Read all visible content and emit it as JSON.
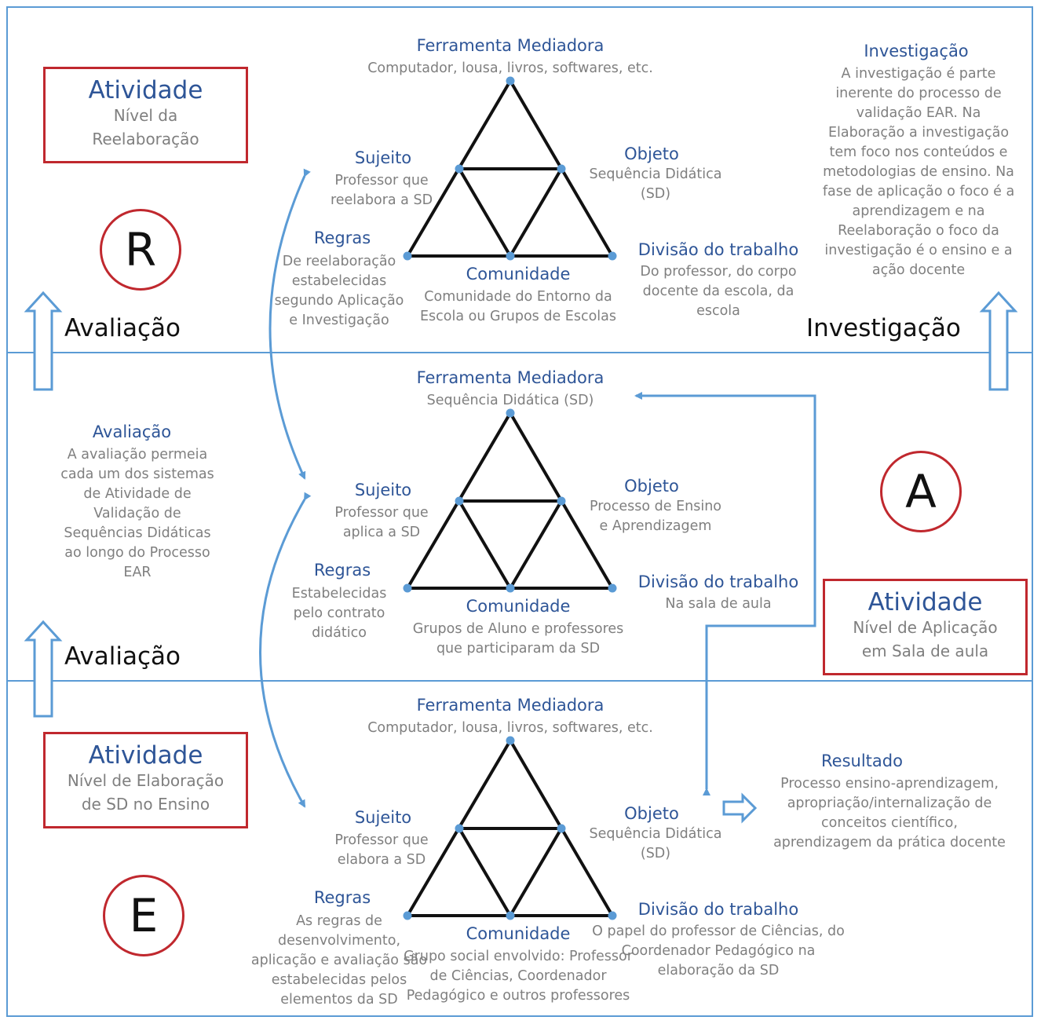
{
  "sections": {
    "top": {
      "mediating_tool": {
        "title": "Ferramenta Mediadora",
        "desc": "Computador, lousa, livros, softwares, etc."
      },
      "subject": {
        "title": "Sujeito",
        "desc": [
          "Professor que",
          "reelabora a SD"
        ]
      },
      "object": {
        "title": "Objeto",
        "desc": [
          "Sequência Didática",
          "(SD)"
        ]
      },
      "rules": {
        "title": "Regras",
        "desc": [
          "De reelaboração",
          "estabelecidas",
          "segundo Aplicação",
          "e Investigação"
        ]
      },
      "community": {
        "title": "Comunidade",
        "desc": [
          "Comunidade do Entorno da",
          "Escola ou Grupos de Escolas"
        ]
      },
      "division": {
        "title": "Divisão do trabalho",
        "desc": [
          "Do professor, do corpo",
          "docente da escola, da",
          "escola"
        ]
      }
    },
    "middle": {
      "mediating_tool": {
        "title": "Ferramenta Mediadora",
        "desc": "Sequência Didática (SD)"
      },
      "subject": {
        "title": "Sujeito",
        "desc": [
          "Professor que",
          "aplica a SD"
        ]
      },
      "object": {
        "title": "Objeto",
        "desc": [
          "Processo de Ensino",
          "e Aprendizagem"
        ]
      },
      "rules": {
        "title": "Regras",
        "desc": [
          "Estabelecidas",
          "pelo contrato",
          "didático"
        ]
      },
      "community": {
        "title": "Comunidade",
        "desc": [
          "Grupos de Aluno e professores",
          "que participaram da SD"
        ]
      },
      "division": {
        "title": "Divisão do trabalho",
        "desc": [
          "Na sala de aula"
        ]
      }
    },
    "bottom": {
      "mediating_tool": {
        "title": "Ferramenta Mediadora",
        "desc": "Computador, lousa, livros, softwares, etc."
      },
      "subject": {
        "title": "Sujeito",
        "desc": [
          "Professor que",
          "elabora a SD"
        ]
      },
      "object": {
        "title": "Objeto",
        "desc": [
          "Sequência Didática",
          "(SD)"
        ]
      },
      "rules": {
        "title": "Regras",
        "desc": [
          "As regras de",
          "desenvolvimento,",
          "aplicação e avaliação são",
          "estabelecidas pelos",
          "elementos da SD"
        ]
      },
      "community": {
        "title": "Comunidade",
        "desc": [
          "Grupo social envolvido: Professor",
          "de Ciências, Coordenador",
          "Pedagógico e outros professores"
        ]
      },
      "division": {
        "title": "Divisão do trabalho",
        "desc": [
          "O papel do professor de Ciências, do",
          "Coordenador Pedagógico na",
          "elaboração da SD"
        ]
      }
    }
  },
  "activity_boxes": {
    "reelaboration": {
      "title": "Atividade",
      "lines": [
        "Nível da",
        "Reelaboração"
      ]
    },
    "application": {
      "title": "Atividade",
      "lines": [
        "Nível de Aplicação",
        "em Sala de aula"
      ]
    },
    "elaboration": {
      "title": "Atividade",
      "lines": [
        "Nível de Elaboração",
        "de SD no Ensino"
      ]
    }
  },
  "circles": {
    "reelaboration": "R",
    "application": "A",
    "elaboration": "E"
  },
  "labels": {
    "evaluation_top": "Avaliação",
    "evaluation_mid": "Avaliação",
    "investigation": "Investigação"
  },
  "investigation_note": {
    "title": "Investigação",
    "lines": [
      "A investigação é parte",
      "inerente do processo de",
      "validação EAR. Na",
      "Elaboração a investigação",
      "tem foco nos conteúdos e",
      "metodologias de ensino. Na",
      "fase de aplicação o foco é a",
      "aprendizagem e na",
      "Reelaboração o foco da",
      "investigação é o ensino e a",
      "ação docente"
    ]
  },
  "evaluation_note": {
    "title": "Avaliação",
    "lines": [
      "A avaliação permeia",
      "cada um dos sistemas",
      "de Atividade de",
      "Validação de",
      "Sequências Didáticas",
      "ao longo do Processo",
      "EAR"
    ]
  },
  "result": {
    "title": "Resultado",
    "lines": [
      "Processo ensino-aprendizagem,",
      "apropriação/internalização de",
      "conceitos científico,",
      "aprendizagem da prática docente"
    ]
  },
  "colors": {
    "accent_blue": "#5b9bd5",
    "heading_blue": "#2e5597",
    "red_border": "#c0282e",
    "gray_text": "#7f7f7f"
  }
}
